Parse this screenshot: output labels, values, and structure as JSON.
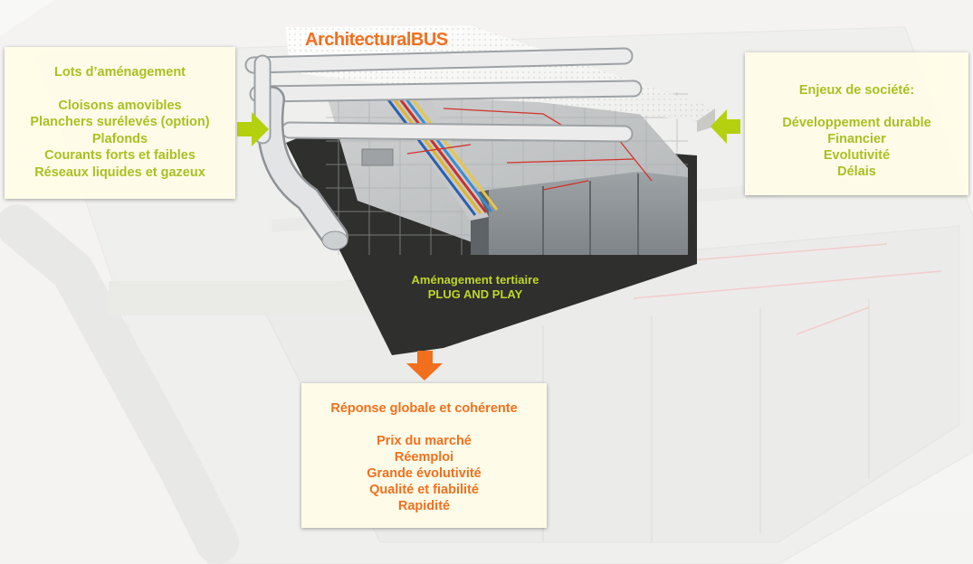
{
  "title": "ArchitecturalBUS",
  "left_box": {
    "heading": "Lots d’aménagement",
    "items": [
      "Cloisons amovibles",
      "Planchers surélevés (option)",
      "Plafonds",
      "Courants forts et faibles",
      "Réseaux liquides et gazeux"
    ]
  },
  "right_box": {
    "heading": "Enjeux de société:",
    "items": [
      "Développement durable",
      "Financier",
      "Evolutivité",
      "Délais"
    ]
  },
  "center_caption": {
    "line1": "Aménagement tertiaire",
    "line2": "PLUG AND PLAY"
  },
  "bottom_box": {
    "heading": "Réponse globale et cohérente",
    "items": [
      "Prix du marché",
      "Réemploi",
      "Grande évolutivité",
      "Qualité et fiabilité",
      "Rapidité"
    ]
  },
  "colors": {
    "green_text": "#a9c023",
    "orange_text": "#f26f1e",
    "arrow_green": "#b5d00e",
    "arrow_orange": "#f26f1e",
    "box_background": "#fffde7"
  },
  "icons": {
    "left_arrow": "arrow-right-icon",
    "right_arrow": "arrow-left-icon",
    "bottom_arrow": "arrow-down-icon"
  }
}
